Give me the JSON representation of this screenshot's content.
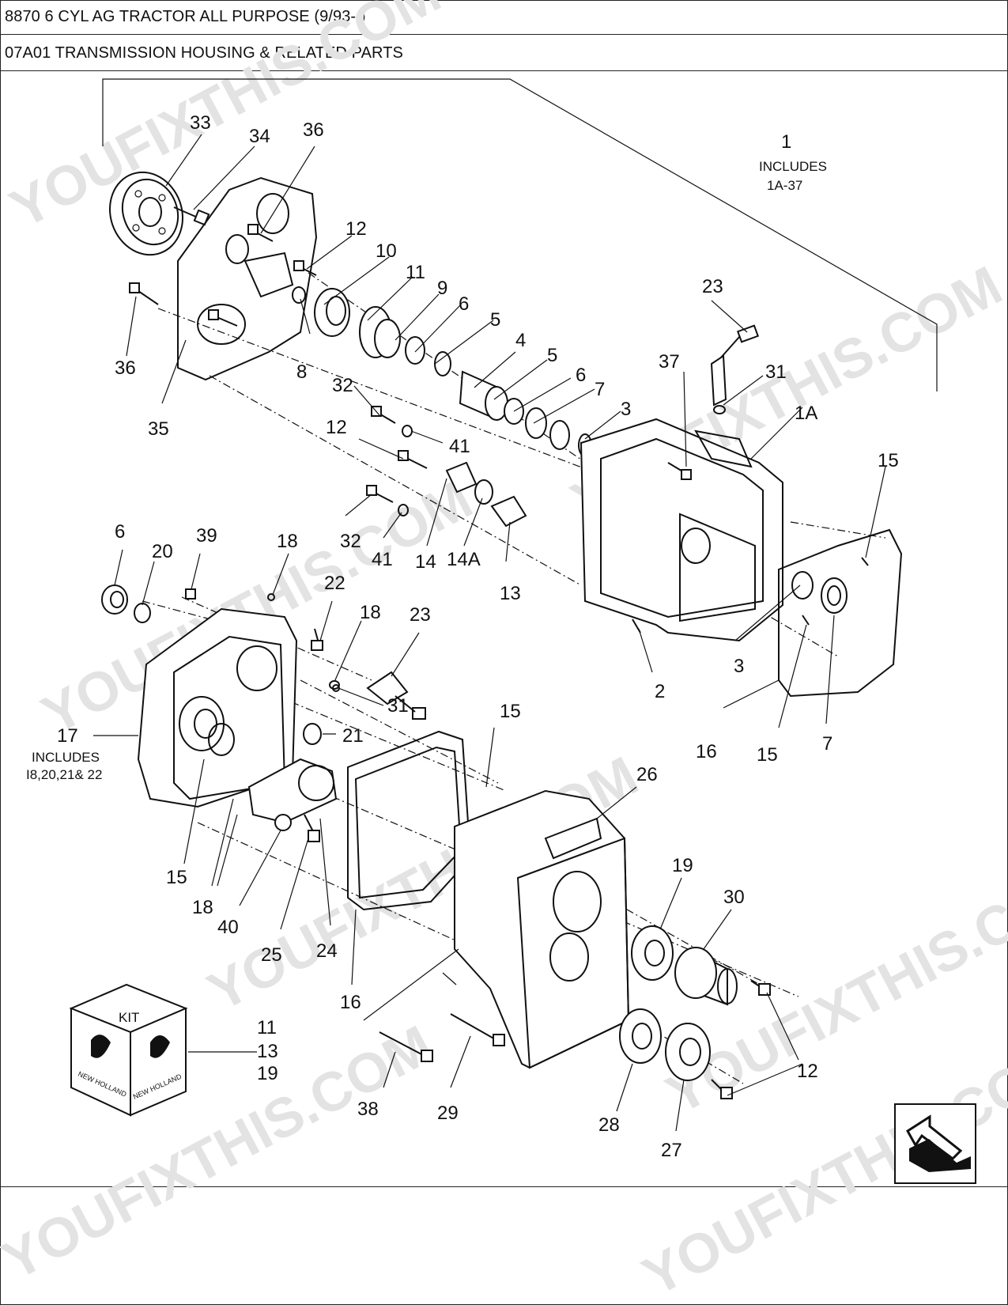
{
  "header": {
    "line1": "8870 6 CYL AG TRACTOR ALL PURPOSE (9/93- )",
    "line2": "07A01 TRANSMISSION HOUSING & RELATED PARTS"
  },
  "callouts": {
    "c1": "1",
    "c1_note_a": "INCLUDES",
    "c1_note_b": "1A-37",
    "c1A": "1A",
    "c2": "2",
    "c3a": "3",
    "c3b": "3",
    "c4": "4",
    "c5a": "5",
    "c5b": "5",
    "c6a": "6",
    "c6b": "6",
    "c6c": "6",
    "c7a": "7",
    "c7b": "7",
    "c8": "8",
    "c9": "9",
    "c10": "10",
    "c11a": "11",
    "c12a": "12",
    "c12b": "12",
    "c12c": "12",
    "c13a": "13",
    "c14": "14",
    "c14A": "14A",
    "c15a": "15",
    "c15b": "15",
    "c15c": "15",
    "c15d": "15",
    "c16a": "16",
    "c16b": "16",
    "c17": "17",
    "c17_note_a": "INCLUDES",
    "c17_note_b": "I8,20,21& 22",
    "c18a": "18",
    "c18b": "18",
    "c18c": "18",
    "c19a": "19",
    "c20": "20",
    "c21": "21",
    "c22": "22",
    "c23a": "23",
    "c23b": "23",
    "c24": "24",
    "c25": "25",
    "c26": "26",
    "c27": "27",
    "c28": "28",
    "c29": "29",
    "c30": "30",
    "c31a": "31",
    "c31b": "31",
    "c32a": "32",
    "c32b": "32",
    "c33": "33",
    "c34": "34",
    "c35": "35",
    "c36a": "36",
    "c36b": "36",
    "c37": "37",
    "c38": "38",
    "c39": "39",
    "c40": "40",
    "c41a": "41",
    "c41b": "41"
  },
  "kit": {
    "label": "KIT",
    "brand": "NEW HOLLAND",
    "items": [
      "11",
      "13",
      "19"
    ]
  },
  "watermark": "YOUFIXTHIS.COM"
}
